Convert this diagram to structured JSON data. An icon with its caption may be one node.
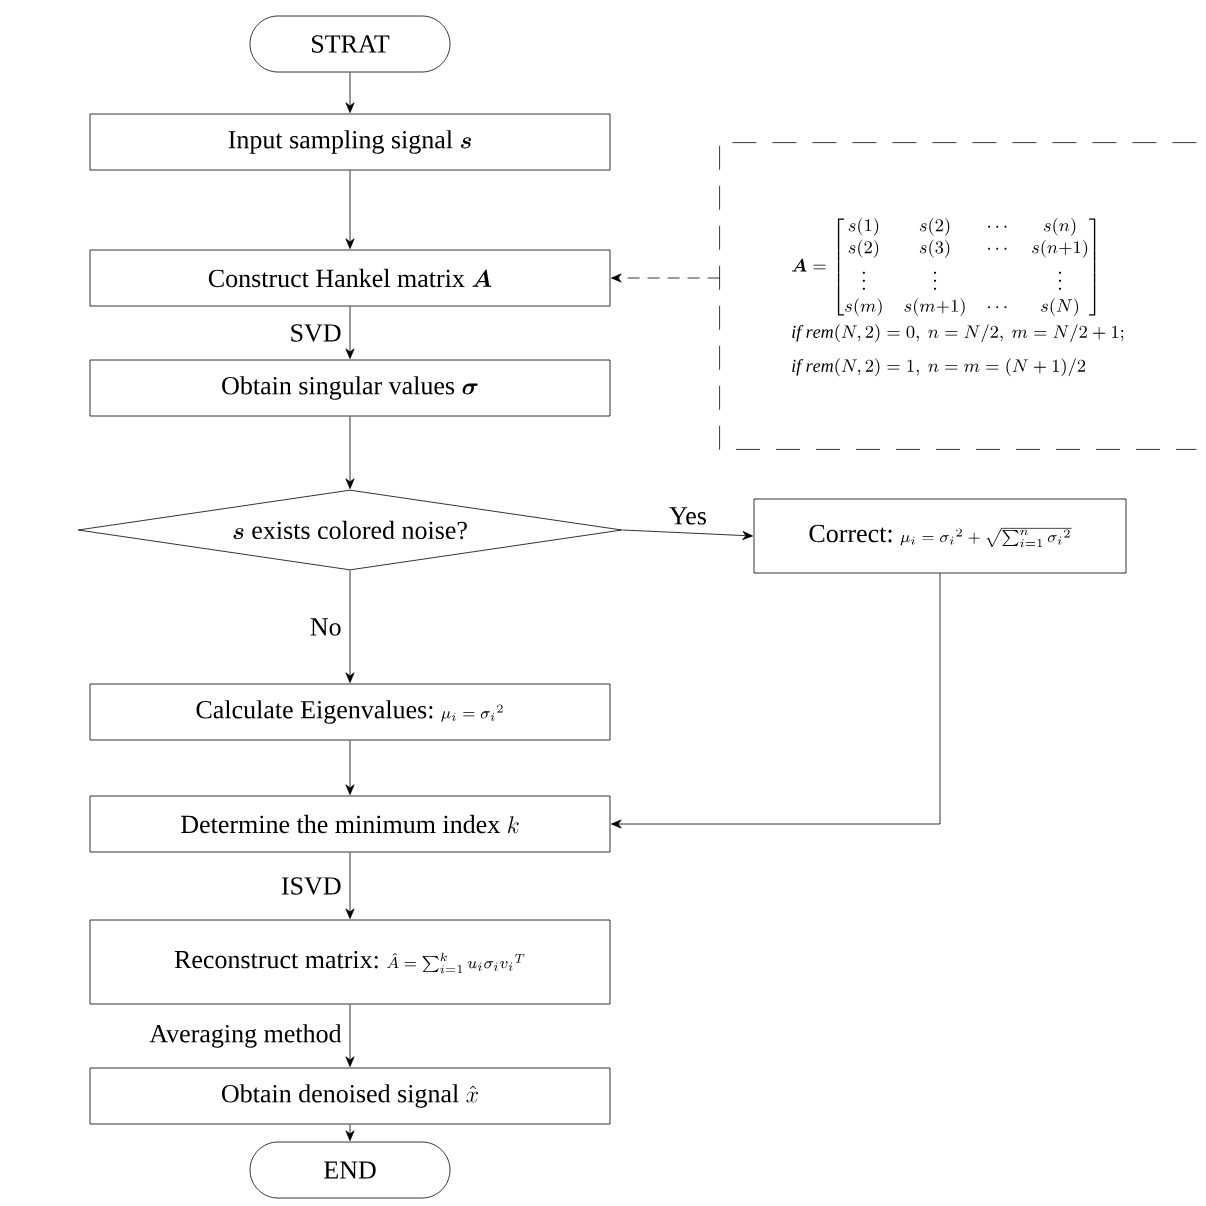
{
  "diagram": {
    "nodes": [
      {
        "text": [
          "STRAT"
        ]
      },
      {
        "text": [
          "Input sampling signal",
          "\\boldsymbol{s}"
        ]
      },
      {
        "text": [
          "Construct Hankel matrix",
          "\\boldsymbol{A}"
        ]
      },
      {
        "text": [
          "Obtain singular values",
          "\\boldsymbol{\\sigma}"
        ]
      },
      {
        "text": [
          "\\boldsymbol{s}",
          "exists colored noise?"
        ]
      },
      {
        "text": [
          "Correct:",
          "\\mu_i=\\sigma_i{}^2+\\sqrt{\\sum_{i=1}^{n}\\sigma_i{}^2}"
        ]
      },
      {
        "text": [
          "Calculate Eigenvalues:",
          "\\mu_i=\\sigma_i{}^2"
        ]
      },
      {
        "text": [
          "Determine the minimum index",
          "k"
        ]
      },
      {
        "text": [
          "Reconstruct matrix:",
          "\\hat{A}=\\sum_{i=1}^{k}u_i\\sigma_i v_i{}^T"
        ]
      },
      {
        "text": [
          "Obtain denoised signal",
          "\\hat{x}"
        ]
      },
      {
        "text": [
          "END"
        ]
      },
      {
        "text": [
          "\\boldsymbol{A}=\\begin{bmatrix} s(1) & s(2) & \\cdots & s(n)\\\\ s(2) & s(3) & \\cdots & s(n{+}1)\\\\ \\vdots & \\vdots & & \\vdots\\\\ s(m) & s(m{+}1) & \\cdots & s(N)\\end{bmatrix}",
          "\\mathit{if}\\ \\mathit{rem}(N,2)=0,\\ n=N/2,\\ m=N/2+1;",
          "\\mathit{if}\\ \\mathit{rem}(N,2)=1,\\ n=m=(N+1)/2"
        ]
      }
    ],
    "edges": [
      {
        "from": 0,
        "to": 1,
        "arrow": "to"
      },
      {
        "from": 1,
        "to": 2,
        "arrow": "to"
      },
      {
        "from": 2,
        "to": 3,
        "arrow": "to",
        "label": "SVD"
      },
      {
        "from": 3,
        "to": 4,
        "arrow": "to"
      },
      {
        "from": 4,
        "to": 5,
        "arrow": "to",
        "label": "Yes"
      },
      {
        "from": 4,
        "to": 6,
        "arrow": "to",
        "label": "No"
      },
      {
        "from": 6,
        "to": 7,
        "arrow": "to"
      },
      {
        "from": 5,
        "to": 7,
        "arrow": "to"
      },
      {
        "from": 7,
        "to": 8,
        "arrow": "to",
        "label": "ISVD"
      },
      {
        "from": 8,
        "to": 9,
        "arrow": "to",
        "label": "Averaging method"
      },
      {
        "from": 9,
        "to": 10,
        "arrow": "to"
      },
      {
        "from": 11,
        "to": 2,
        "arrow": "to",
        "style": "dashed"
      }
    ]
  }
}
